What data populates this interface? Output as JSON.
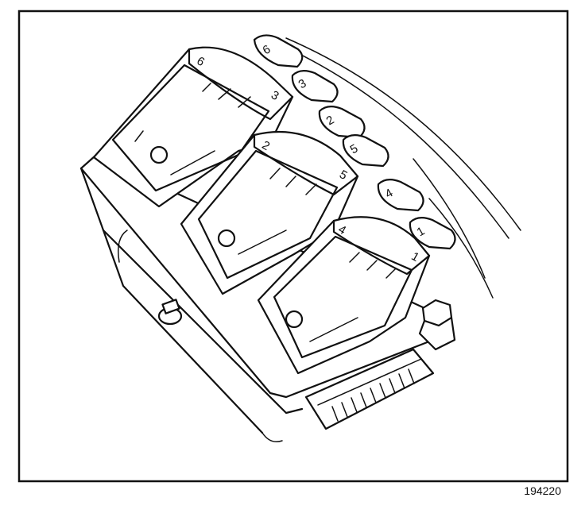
{
  "figure": {
    "code": "194220",
    "labels": {
      "c1": "1",
      "c2": "2",
      "c3": "3",
      "c4": "4",
      "c5": "5",
      "c6": "6",
      "coilA_left": "6",
      "coilA_right": "3",
      "coilB_left": "2",
      "coilB_right": "5",
      "coilC_left": "4",
      "coilC_right": "1"
    }
  }
}
